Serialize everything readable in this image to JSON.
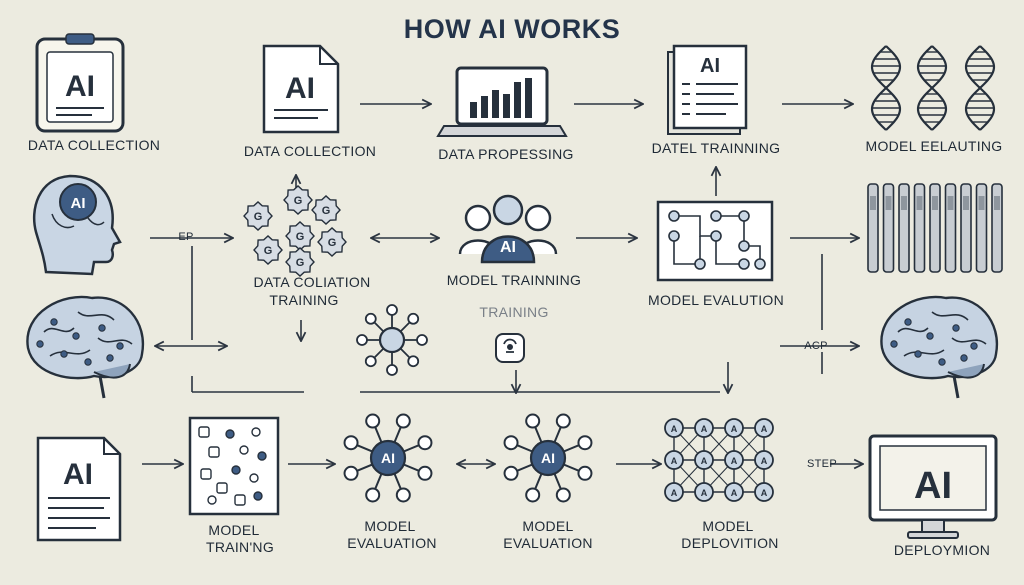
{
  "title": "HOW AI WORKS",
  "icon_text": "AI",
  "colors": {
    "background": "#ecebe0",
    "ink": "#1f2a36",
    "accent_blue": "#3e5c84",
    "light_blue": "#bfcfe0"
  },
  "labels": {
    "data_collection_1": "DATA COLLECTION",
    "data_collection_2": "DATA COLLECTION",
    "data_propessing": "DATA PROPESSING",
    "datel_trainning": "DATEL TRAINNING",
    "model_eelauting": "MODEL EELAUTING",
    "data_coliation": "DATA COLIATION",
    "training": "TRAINING",
    "model_trainning": "MODEL TRAINNING",
    "training_faint": "TRAINING",
    "model_evalution": "MODEL EVALUTION",
    "model_1": "MODEL",
    "training_2": "TRAIN'NG",
    "model_2": "MODEL",
    "evaluation_1": "EVALUATION",
    "model_3": "MODEL",
    "evaluation_2": "EVALUATION",
    "model_4": "MODEL",
    "deplovition": "DEPLOVITION",
    "deploymion": "DEPLOYMION"
  },
  "arrow_labels": {
    "ep": "EP",
    "acp": "ACP",
    "step": "STEP"
  },
  "icons": [
    "tablet-document-icon",
    "document-icon",
    "laptop-chart-icon",
    "document-stack-icon",
    "dna-helix-icon",
    "head-ai-icon",
    "gear-cluster-icon",
    "team-ai-icon",
    "circuit-board-icon",
    "bar-columns-icon",
    "brain-icon",
    "network-node-icon",
    "lightbulb-icon",
    "brain-icon",
    "document-icon",
    "scatter-grid-icon",
    "neural-network-icon",
    "neural-network-icon",
    "node-grid-icon",
    "monitor-ai-icon"
  ]
}
